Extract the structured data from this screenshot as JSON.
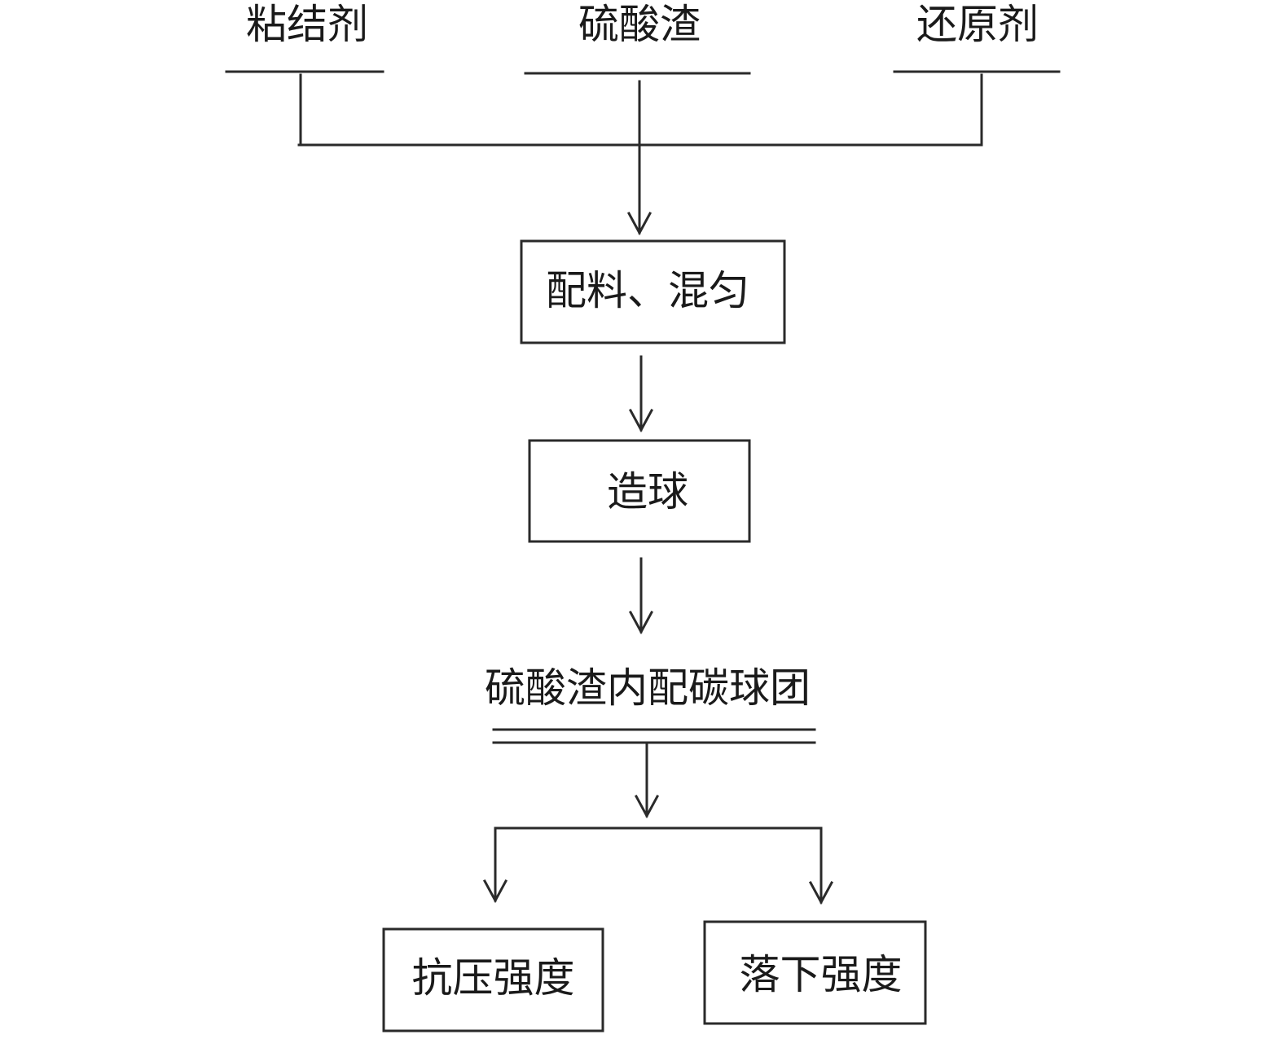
{
  "inputs": {
    "binder": "粘结剂",
    "sulfuric_acid_residue": "硫酸渣",
    "reductant": "还原剂"
  },
  "steps": {
    "batching_mixing": "配料、混匀",
    "pelletizing": "造球"
  },
  "product": "硫酸渣内配碳球团",
  "tests": {
    "compressive_strength": "抗压强度",
    "drop_strength": "落下强度"
  }
}
